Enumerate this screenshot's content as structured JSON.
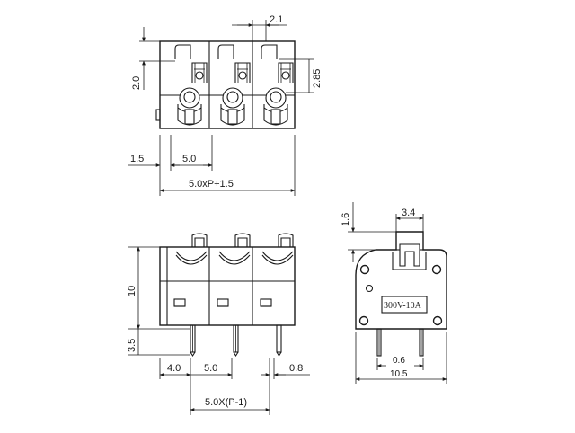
{
  "top_view": {
    "dim_pin_width": "2.1",
    "dim_height_left": "2.0",
    "dim_height_right": "2.85",
    "dim_edge": "1.5",
    "dim_pitch": "5.0",
    "dim_overall": "5.0xP+1.5"
  },
  "front_view": {
    "dim_body_height": "10",
    "dim_pin_length": "3.5",
    "dim_edge": "4.0",
    "dim_pitch": "5.0",
    "dim_pin_thickness": "0.8",
    "dim_span": "5.0X(P-1)"
  },
  "side_view": {
    "dim_lever_height": "1.6",
    "dim_lever_width": "3.4",
    "rating": "300V-10A",
    "dim_pin_spacing": "0.6",
    "dim_overall_width": "10.5"
  }
}
